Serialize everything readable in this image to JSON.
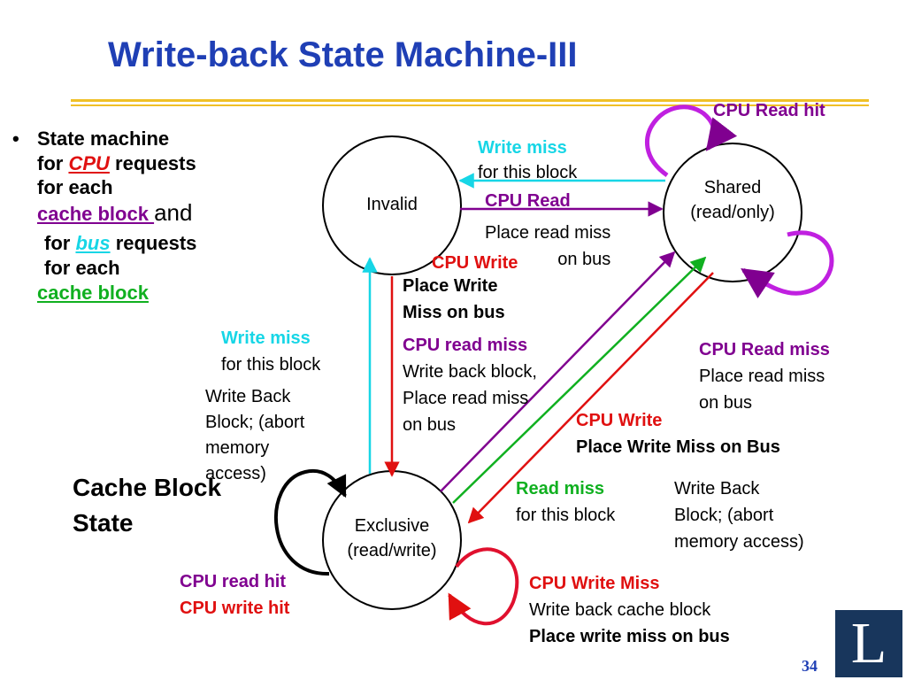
{
  "slide": {
    "title": "Write-back State Machine-III",
    "page_number": "34",
    "logo_letter": "L",
    "colors": {
      "title": "#1f3fb5",
      "rule": "#f0c028",
      "purple": "#800090",
      "cyan": "#17d6e6",
      "red": "#e01010",
      "green": "#10b020",
      "logo_bg": "#18365c"
    }
  },
  "bullet": {
    "line1": "State machine",
    "for1": "for ",
    "cpu": "CPU",
    "requests1": " requests",
    "for_each1": "for each",
    "cache_block1": "cache block ",
    "and": "and",
    "for2": "for ",
    "bus": "bus",
    "requests2": " requests",
    "for_each2": "for each",
    "cache_block2": "cache block"
  },
  "states": {
    "invalid": "Invalid",
    "shared_line1": "Shared",
    "shared_line2": "(read/only)",
    "exclusive_line1": "Exclusive",
    "exclusive_line2": "(read/write)"
  },
  "block_state": {
    "line1": "Cache Block",
    "line2": "State"
  },
  "transitions": {
    "cpu_read_hit": "CPU Read hit",
    "write_miss_top_1": "Write miss",
    "write_miss_top_2": "for this block",
    "cpu_read": "CPU Read",
    "place_read_miss_1": "Place read miss",
    "place_read_miss_2": "on bus",
    "cpu_write": "CPU Write",
    "place_write_1": "Place Write",
    "place_write_2": "Miss on bus",
    "write_miss_left_1": "Write miss",
    "write_miss_left_2": "for this block",
    "write_back_left_1": "Write Back",
    "write_back_left_2": "Block; (abort",
    "write_back_left_3": "memory",
    "write_back_left_4": "access)",
    "cpu_read_miss_mid": "CPU read miss",
    "write_back_mid_1": "Write back block,",
    "write_back_mid_2": "Place read miss",
    "write_back_mid_3": "on bus",
    "cpu_read_miss_right": "CPU Read miss",
    "place_read_miss_right_1": "Place read miss",
    "place_read_miss_right_2": "on bus",
    "cpu_write_right": "CPU Write",
    "place_write_miss_bus": "Place Write Miss on Bus",
    "read_miss_1": "Read miss",
    "read_miss_2": "for this block",
    "write_back_right_1": "Write Back",
    "write_back_right_2": "Block; (abort",
    "write_back_right_3": "memory access)",
    "cpu_read_hit_excl": "CPU read hit",
    "cpu_write_hit": "CPU write hit",
    "cpu_write_miss": "CPU Write Miss",
    "write_back_cache_block": "Write back cache block",
    "place_write_miss_on_bus": "Place write miss on bus"
  }
}
